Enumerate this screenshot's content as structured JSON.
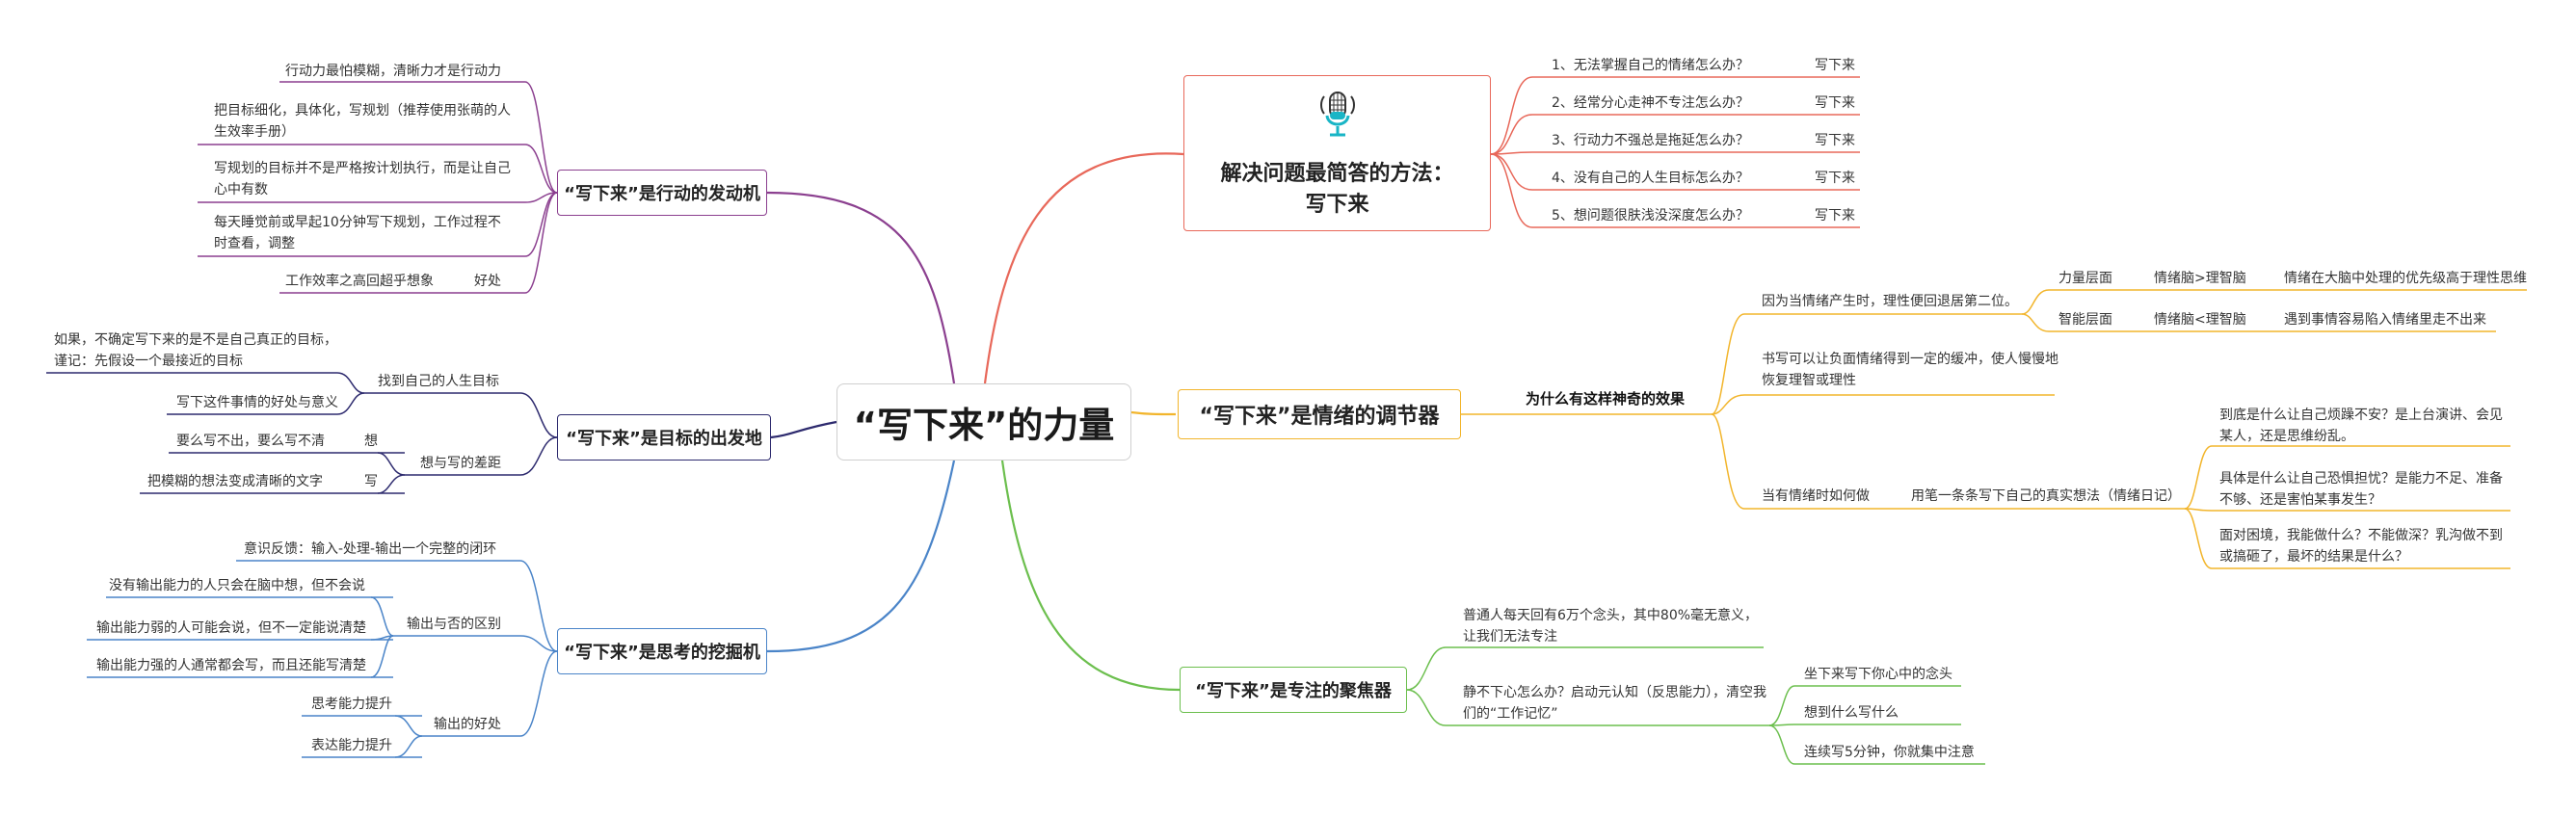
{
  "root": "“写下来”的力量",
  "action": {
    "title": "“写下来”是行动的发动机",
    "items": [
      "行动力最怕模糊，清晰力才是行动力",
      "把目标细化，具体化，写规划（推荐使用张萌的人生效率手册）",
      "写规划的目标并不是严格按计划执行，而是让自己心中有数",
      "每天睡觉前或早起10分钟写下规划，工作过程不时查看，调整",
      "工作效率之高回超乎想象"
    ],
    "last_tag": "好处"
  },
  "goal": {
    "title": "“写下来”是目标的出发地",
    "find": {
      "label": "找到自己的人生目标",
      "items": [
        "如果，不确定写下来的是不是自己真正的目标，谨记：先假设一个最接近的目标",
        "写下这件事情的好处与意义"
      ]
    },
    "gap": {
      "label": "想与写的差距",
      "items": [
        {
          "text": "要么写不出，要么写不清",
          "tag": "想"
        },
        {
          "text": "把模糊的想法变成清晰的文字",
          "tag": "写"
        }
      ]
    }
  },
  "thinking": {
    "title": "“写下来”是思考的挖掘机",
    "items": [
      "意识反馈：输入-处理-输出一个完整的闭环"
    ],
    "diff": {
      "label": "输出与否的区别",
      "items": [
        "没有输出能力的人只会在脑中想，但不会说",
        "输出能力弱的人可能会说，但不一定能说清楚",
        "输出能力强的人通常都会写，而且还能写清楚"
      ]
    },
    "benefit": {
      "label": "输出的好处",
      "items": [
        "思考能力提升",
        "表达能力提升"
      ]
    }
  },
  "method": {
    "title_line1": "解决问题最简答的方法：",
    "title_line2": "写下来",
    "icon": "microphone-icon",
    "items": [
      "1、无法掌握自己的情绪怎么办？",
      "2、经常分心走神不专注怎么办？",
      "3、行动力不强总是拖延怎么办？",
      "4、没有自己的人生目标怎么办？",
      "5、想问题很肤浅没深度怎么办？"
    ],
    "answer": "写下来"
  },
  "emotion": {
    "title": "“写下来”是情绪的调节器",
    "why": "为什么有这样神奇的效果",
    "reason1": {
      "text": "因为当情绪产生时，理性便回退居第二位。",
      "power": {
        "label": "力量层面",
        "relation": "情绪脑>理智脑",
        "detail": "情绪在大脑中处理的优先级高于理性思维"
      },
      "smart": {
        "label": "智能层面",
        "relation": "情绪脑<理智脑",
        "detail": "遇到事情容易陷入情绪里走不出来"
      }
    },
    "reason2": "书写可以让负面情绪得到一定的缓冲，使人慢慢地恢复理智或理性",
    "how": {
      "label": "当有情绪时如何做",
      "method": "用笔一条条写下自己的真实想法（情绪日记）",
      "questions": [
        "到底是什么让自己烦躁不安？是上台演讲、会见某人，还是思维纷乱。",
        "具体是什么让自己恐惧担忧？是能力不足、准备不够、还是害怕某事发生？",
        "面对困境，我能做什么？不能做深？乳沟做不到或搞砸了，最坏的结果是什么？"
      ]
    }
  },
  "focus": {
    "title": "“写下来”是专注的聚焦器",
    "fact": "普通人每天回有6万个念头，其中80%毫无意义，让我们无法专注",
    "calm": {
      "label": "静不下心怎么办？启动元认知（反思能力），清空我们的“工作记忆”",
      "items": [
        "坐下来写下你心中的念头",
        "想到什么写什么",
        "连续写5分钟，你就集中注意"
      ]
    }
  },
  "colors": {
    "red": "#e8685a",
    "yellow": "#f2b52c",
    "green": "#6cbf4e",
    "purple": "#8b3f8f",
    "navy": "#2d2a6e",
    "blue": "#4a84c8"
  }
}
